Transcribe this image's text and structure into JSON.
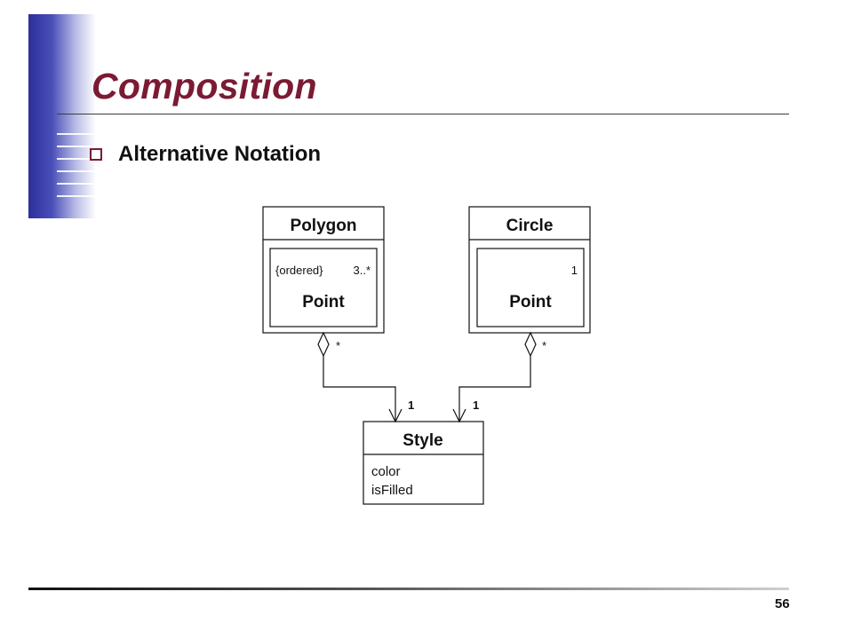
{
  "slide": {
    "title": "Composition",
    "bullet": "Alternative Notation",
    "page_number": "56"
  },
  "diagram": {
    "classes": {
      "polygon": {
        "name": "Polygon",
        "part_name": "Point",
        "constraint": "{ordered}",
        "multiplicity": "3..*"
      },
      "circle": {
        "name": "Circle",
        "part_name": "Point",
        "multiplicity": "1"
      },
      "style": {
        "name": "Style",
        "attributes": [
          "color",
          "isFilled"
        ]
      }
    },
    "associations": {
      "polygon_style": {
        "source_multiplicity": "*",
        "target_multiplicity": "1"
      },
      "circle_style": {
        "source_multiplicity": "*",
        "target_multiplicity": "1"
      }
    }
  }
}
